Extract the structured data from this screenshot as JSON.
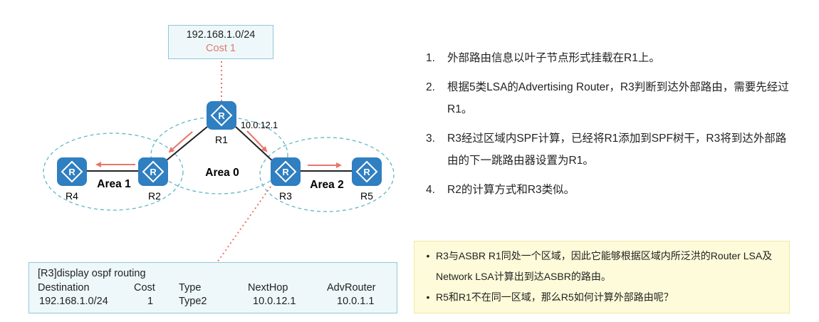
{
  "network_box": {
    "prefix": "192.168.1.0/24",
    "cost": "Cost 1"
  },
  "routers": {
    "r1": "R1",
    "r2": "R2",
    "r3": "R3",
    "r4": "R4",
    "r5": "R5"
  },
  "areas": {
    "area0": "Area 0",
    "area1": "Area 1",
    "area2": "Area 2"
  },
  "link_label": "10.0.12.1",
  "terminal": {
    "command": "[R3]display ospf routing",
    "headers": [
      "Destination",
      "Cost",
      "Type",
      "NextHop",
      "AdvRouter"
    ],
    "row": [
      "192.168.1.0/24",
      "1",
      "Type2",
      "10.0.12.1",
      "10.0.1.1"
    ]
  },
  "steps": [
    {
      "num": "1.",
      "text": "外部路由信息以叶子节点形式挂载在R1上。"
    },
    {
      "num": "2.",
      "text": "根据5类LSA的Advertising Router，R3判断到达外部路由，需要先经过R1。"
    },
    {
      "num": "3.",
      "text": "R3经过区域内SPF计算，已经将R1添加到SPF树干，R3将到达外部路由的下一跳路由器设置为R1。"
    },
    {
      "num": "4.",
      "text": "R2的计算方式和R3类似。"
    }
  ],
  "note": {
    "bullet": "•",
    "items": [
      "R3与ASBR R1同处一个区域，因此它能够根据区域内所泛洪的Router LSA及Network LSA计算出到达ASBR的路由。",
      "R5和R1不在同一区域，那么R5如何计算外部路由呢？"
    ]
  },
  "colors": {
    "router": "#2f7fc1",
    "area_outline": "#5fb8c6",
    "arrow": "#e8766a",
    "link": "#222222"
  }
}
